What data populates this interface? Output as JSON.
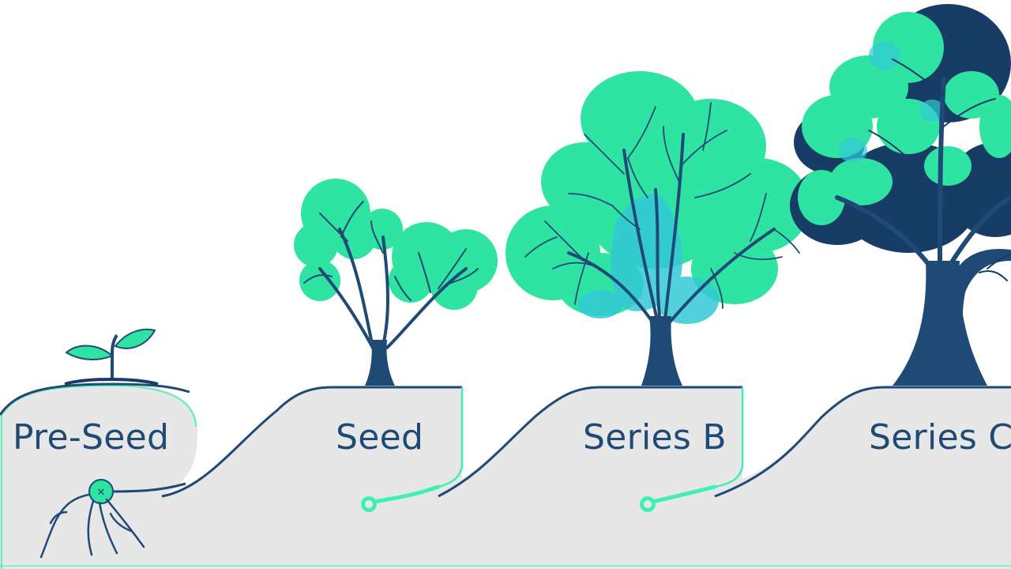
{
  "stages": [
    {
      "label": "Pre-Seed",
      "tree": "sprout-icon"
    },
    {
      "label": "Seed",
      "tree": "young-tree-icon"
    },
    {
      "label": "Series B",
      "tree": "mature-tree-icon"
    },
    {
      "label": "Series C",
      "tree": "large-tree-icon"
    }
  ],
  "colors": {
    "trunk": "#1f4a76",
    "dark_navy": "#173d66",
    "leaf_green": "#2fe3a3",
    "leaf_cyan": "#33c9d6",
    "ground": "#e7e7e7",
    "outline_glow": "#3ef0b4"
  }
}
